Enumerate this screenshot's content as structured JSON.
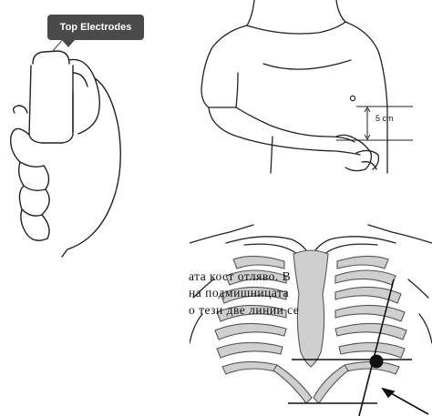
{
  "tooltip": {
    "label": "Top Electrodes"
  },
  "measurement": {
    "label": "5 cm"
  },
  "text_lines": [
    "ата кост отляво. В",
    "на подмишницата",
    "о тези две линии се"
  ],
  "icons": [
    "hand-holding-device-illustration",
    "shoulder-armpit-illustration",
    "ribcage-illustration"
  ]
}
